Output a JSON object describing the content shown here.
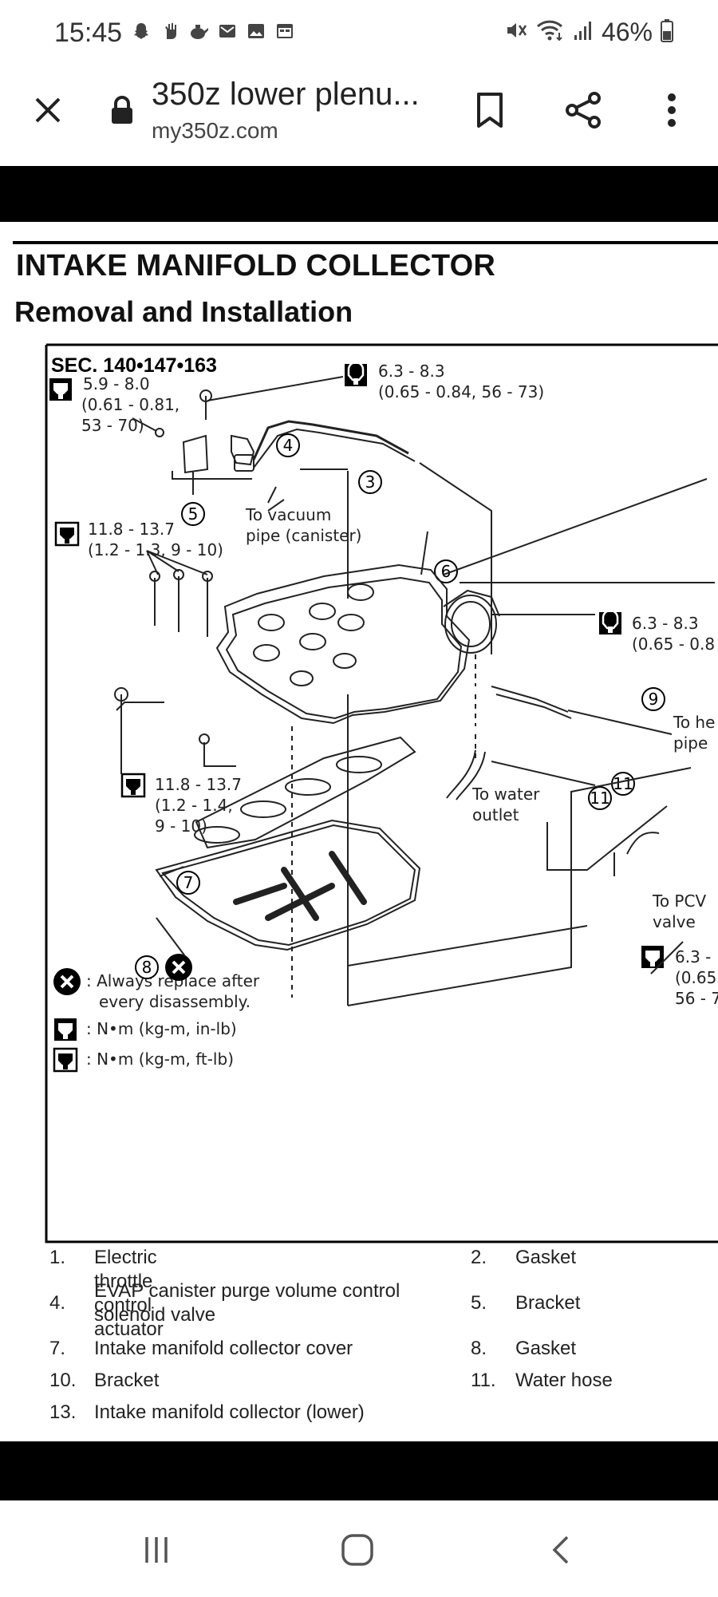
{
  "status_bar": {
    "time": "15:45",
    "battery": "46%",
    "left_icons": [
      "snapchat-icon",
      "hand-icon",
      "teapot-icon",
      "mail-icon",
      "image-icon",
      "calendar-icon"
    ],
    "right_icons": [
      "mute-icon",
      "wifi-icon",
      "signal-icon",
      "battery-icon"
    ]
  },
  "browser": {
    "title": "350z lower plenu...",
    "domain": "my350z.com"
  },
  "document": {
    "heading": "INTAKE MANIFOLD COLLECTOR",
    "subheading": "Removal and Installation",
    "section": "SEC. 140•147•163",
    "torque_labels": [
      {
        "line1": "6.3 - 8.3",
        "line2": "(0.65 - 0.84, 56 - 73)"
      },
      {
        "line1": "5.9 - 8.0",
        "line2": "(0.61 - 0.81,",
        "line3": "53 - 70)"
      },
      {
        "line1": "11.8 - 13.7",
        "line2": "(1.2 - 1.3, 9 - 10)"
      },
      {
        "line1": "6.3 - 8.3",
        "line2": "(0.65 - 0.8"
      },
      {
        "line1": "11.8 - 13.7",
        "line2": "(1.2 - 1.4,",
        "line3": "9 - 10)"
      },
      {
        "line1": "6.3 -",
        "line2": "(0.65",
        "line3": "56 - 7"
      }
    ],
    "callouts": [
      "3",
      "4",
      "5",
      "6",
      "7",
      "8",
      "9",
      "11",
      "11"
    ],
    "annotations": {
      "vacuum_1": "To vacuum",
      "vacuum_2": "pipe (canister)",
      "water_1": "To water",
      "water_2": "outlet",
      "heater_1": "To he",
      "heater_2": "pipe",
      "pcv_1": "To PCV",
      "pcv_2": "valve"
    },
    "legend": {
      "replace_1": ": Always replace after",
      "replace_2": "every disassembly.",
      "inlb": ": N•m (kg-m, in-lb)",
      "ftlb": ": N•m (kg-m, ft-lb)"
    },
    "parts": [
      {
        "num": "1.",
        "name": "Electric throttle control actuator"
      },
      {
        "num": "2.",
        "name": "Gasket"
      },
      {
        "num": "4.",
        "name": "EVAP canister purge volume control",
        "name2": "solenoid valve"
      },
      {
        "num": "5.",
        "name": "Bracket"
      },
      {
        "num": "7.",
        "name": "Intake manifold collector cover"
      },
      {
        "num": "8.",
        "name": "Gasket"
      },
      {
        "num": "10.",
        "name": "Bracket"
      },
      {
        "num": "11.",
        "name": "Water hose"
      },
      {
        "num": "13.",
        "name": "Intake manifold collector (lower)"
      }
    ]
  },
  "nav": {
    "icons": [
      "recent-apps-icon",
      "home-icon",
      "back-icon"
    ]
  }
}
